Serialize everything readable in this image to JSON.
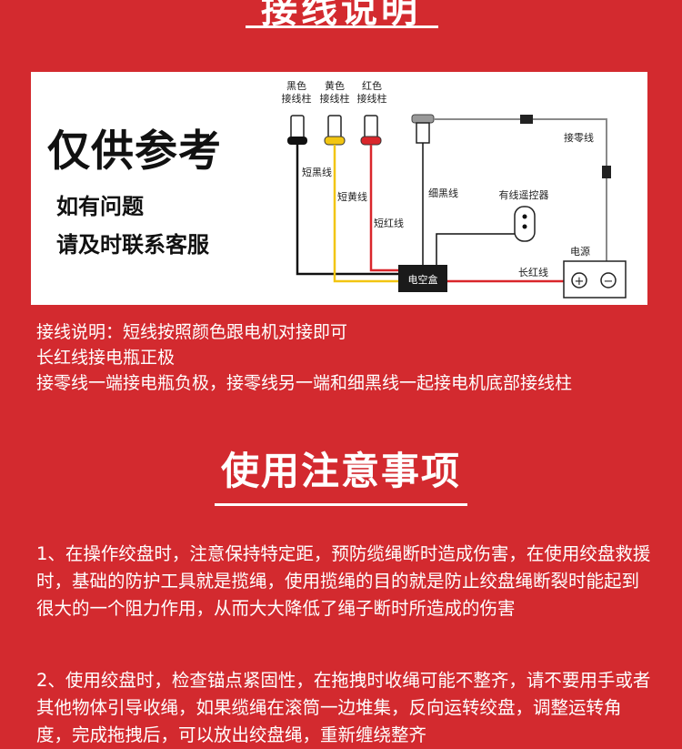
{
  "header": {
    "title": "接线说明"
  },
  "diagram": {
    "watermark": {
      "main": "仅供参考",
      "line1": "如有问题",
      "line2": "请及时联系客服"
    },
    "terminals": {
      "black": [
        "黑色",
        "接线柱"
      ],
      "yellow": [
        "黄色",
        "接线柱"
      ],
      "red": [
        "红色",
        "接线柱"
      ]
    },
    "wires": {
      "short_black": "短黑线",
      "short_yellow": "短黄线",
      "short_red": "短红线",
      "thin_black": "细黑线",
      "ground": "接零线",
      "long_red": "长红线"
    },
    "remote": "有线遥控器",
    "controller": "电空盒",
    "power": {
      "label": "电源",
      "plus": "+",
      "minus": "−"
    },
    "colors": {
      "black": "#111111",
      "yellow": "#f2c511",
      "red": "#d9262b",
      "gray": "#8a8a8a"
    }
  },
  "wiring_notes": [
    "接线说明：短线按照颜色跟电机对接即可",
    "长红线接电瓶正极",
    "接零线一端接电瓶负极，接零线另一端和细黑线一起接电机底部接线柱"
  ],
  "usage": {
    "title": "使用注意事项",
    "items": [
      "1、在操作绞盘时，注意保持特定距，预防缆绳断时造成伤害，在使用绞盘救援时，基础的防护工具就是揽绳，使用揽绳的目的就是防止绞盘绳断裂时能起到很大的一个阻力作用，从而大大降低了绳子断时所造成的伤害",
      "2、使用绞盘时，检查锚点紧固性，在拖拽时收绳可能不整齐，请不要用手或者其他物体引导收绳，如果缆绳在滚筒一边堆集，反向运转绞盘，调整运转角度，完成拖拽后，可以放出绞盘绳，重新缠绕整齐"
    ]
  }
}
